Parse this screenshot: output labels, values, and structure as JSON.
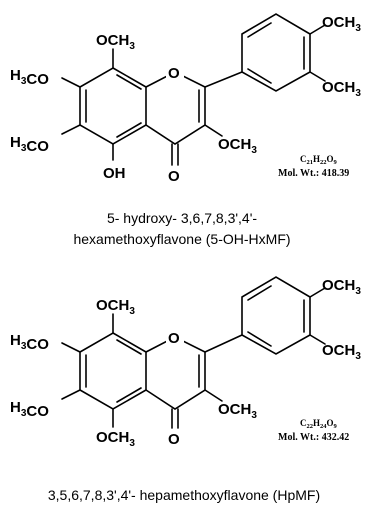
{
  "compound_1": {
    "formula": {
      "c": "21",
      "h": "22",
      "o": "9"
    },
    "mol_wt": "Mol. Wt.: 418.39",
    "name_line1": "5- hydroxy- 3,6,7,8,3',4'-",
    "name_line2": "hexamethoxyflavone (5-OH-HxMF)",
    "groups": {
      "c8": "OCH3",
      "c7": "H3CO",
      "c6": "H3CO",
      "c5": "OH",
      "c3": "OCH3",
      "c4": "O",
      "o1": "O",
      "c3p": "OCH3",
      "c4p": "OCH3"
    }
  },
  "compound_2": {
    "formula": {
      "c": "22",
      "h": "24",
      "o": "9"
    },
    "mol_wt": "Mol. Wt.: 432.42",
    "name_line1": "3,5,6,7,8,3',4'- hepamethoxyflavone (HpMF)",
    "groups": {
      "c8": "OCH3",
      "c7": "H3CO",
      "c6": "H3CO",
      "c5": "OCH3",
      "c3": "OCH3",
      "c4": "O",
      "o1": "O",
      "c3p": "OCH3",
      "c4p": "OCH3"
    }
  }
}
